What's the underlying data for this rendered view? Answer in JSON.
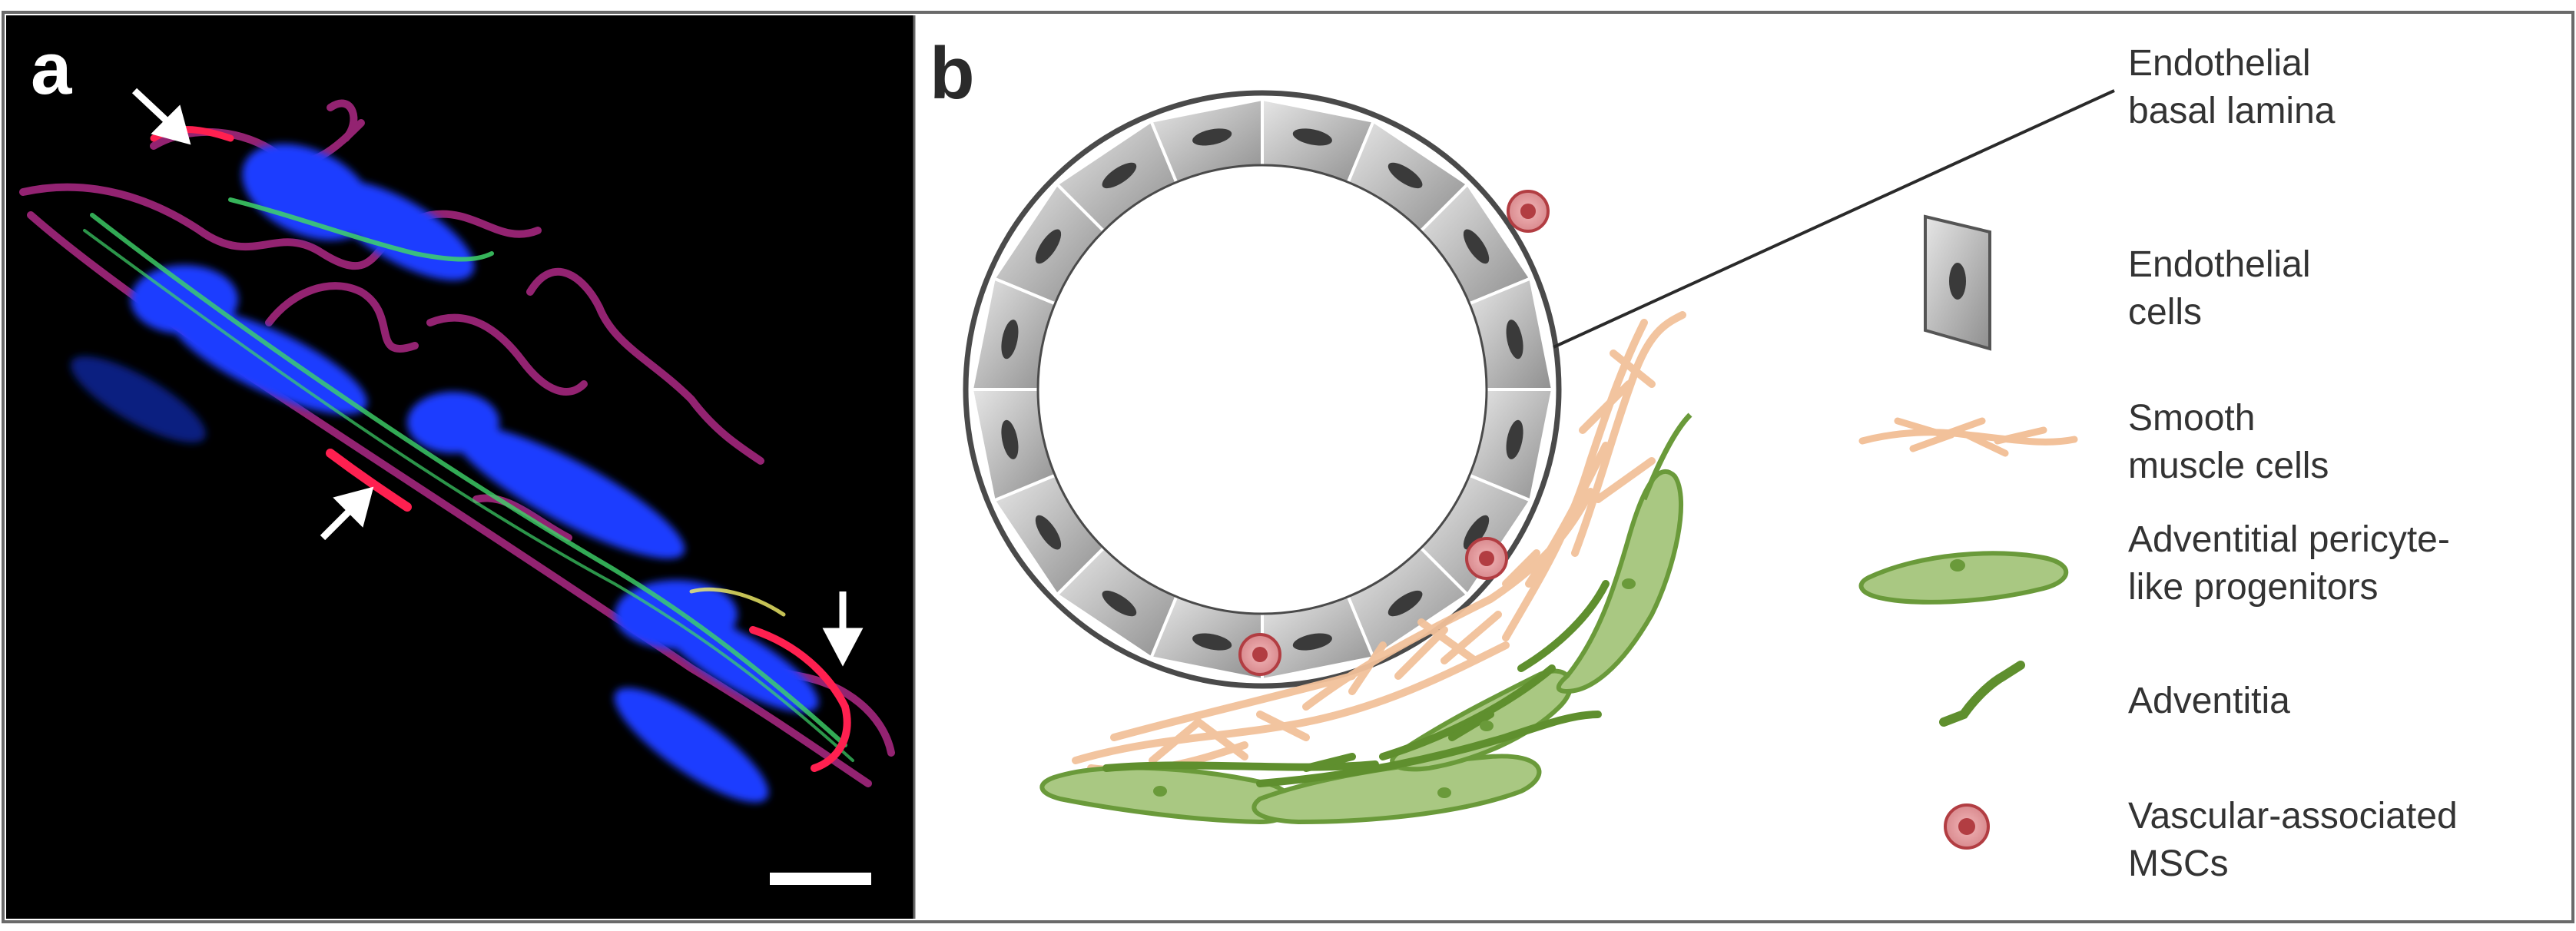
{
  "panels": {
    "a": {
      "label": "a"
    },
    "b": {
      "label": "b"
    }
  },
  "basal_lamina_label": [
    "Endothelial",
    "basal lamina"
  ],
  "legend": [
    {
      "id": "endothelial-cells",
      "lines": [
        "Endothelial",
        "cells"
      ],
      "icon": "endothelial-cell-icon"
    },
    {
      "id": "smooth-muscle-cells",
      "lines": [
        "Smooth",
        "muscle cells"
      ],
      "icon": "smooth-muscle-cell-icon"
    },
    {
      "id": "pericyte-progenitors",
      "lines": [
        "Adventitial pericyte-",
        "like progenitors"
      ],
      "icon": "pericyte-progenitor-icon"
    },
    {
      "id": "adventitia",
      "lines": [
        "Adventitia"
      ],
      "icon": "adventitia-icon"
    },
    {
      "id": "vascular-mscs",
      "lines": [
        "Vascular-associated",
        "MSCs"
      ],
      "icon": "msc-cell-icon"
    }
  ],
  "colors": {
    "micrograph_bg": "#000000",
    "blue_stain": "#1a3cff",
    "green_stain": "#3fd46a",
    "magenta_stain": "#b0207a",
    "red_stain": "#ff2050",
    "endothelial_gray": "#b9b9b9",
    "smooth_muscle": "#f4c8a4",
    "pericyte_green": "#9bbf6e",
    "pericyte_stroke": "#6a9a3a",
    "msc_red": "#c0444a"
  }
}
